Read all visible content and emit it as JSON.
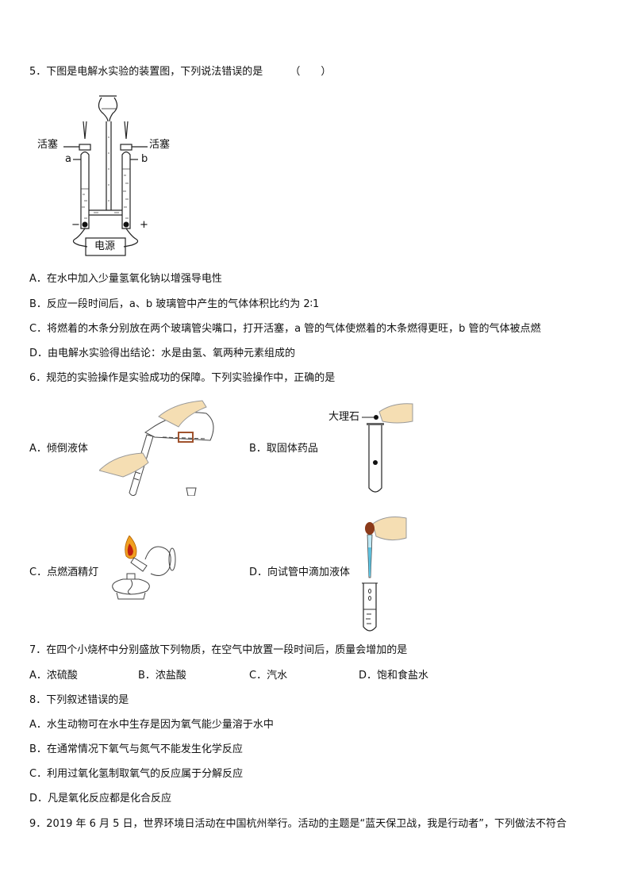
{
  "q5": {
    "stem": "5．下图是电解水实验的装置图，下列说法错误的是",
    "paren": "（　　）",
    "figure": {
      "stopcock_left": "活塞",
      "stopcock_right": "活塞",
      "tube_a": "a",
      "tube_b": "b",
      "minus": "−",
      "plus": "+",
      "power": "电源"
    },
    "options": [
      "A．在水中加入少量氢氧化钠以增强导电性",
      "B．反应一段时间后，a、b 玻璃管中产生的气体体积比约为 2∶1",
      "C．将燃着的木条分别放在两个玻璃管尖嘴口，打开活塞，a 管的气体使燃着的木条燃得更旺，b 管的气体被点燃",
      "D．由电解水实验得出结论：水是由氢、氧两种元素组成的"
    ]
  },
  "q6": {
    "stem": "6．规范的实验操作是实验成功的保障。下列实验操作中，正确的是",
    "options": [
      {
        "label": "A．倾倒液体"
      },
      {
        "label": "B．取固体药品",
        "figure_label": "大理石"
      },
      {
        "label": "C．点燃酒精灯"
      },
      {
        "label": "D．向试管中滴加液体"
      }
    ]
  },
  "q7": {
    "stem": "7．在四个小烧杯中分别盛放下列物质，在空气中放置一段时间后，质量会增加的是",
    "options": [
      "A．浓硫酸",
      "B．浓盐酸",
      "C．汽水",
      "D．饱和食盐水"
    ]
  },
  "q8": {
    "stem": "8．下列叙述错误的是",
    "options": [
      "A．水生动物可在水中生存是因为氧气能少量溶于水中",
      "B．在通常情况下氧气与氮气不能发生化学反应",
      "C．利用过氧化氢制取氧气的反应属于分解反应",
      "D．凡是氧化反应都是化合反应"
    ]
  },
  "q9": {
    "stem": "9．2019 年 6 月 5 日，世界环境日活动在中国杭州举行。活动的主题是“蓝天保卫战，我是行动者”，下列做法不符合"
  },
  "colors": {
    "text": "#111111",
    "flame_outer": "#f0a020",
    "flame_inner": "#c02010",
    "bottle_label": "#a0522d",
    "dropper_bulb": "#8b3a1a",
    "dropper_liquid": "#5bc0de",
    "skin": "#f5deb3"
  }
}
